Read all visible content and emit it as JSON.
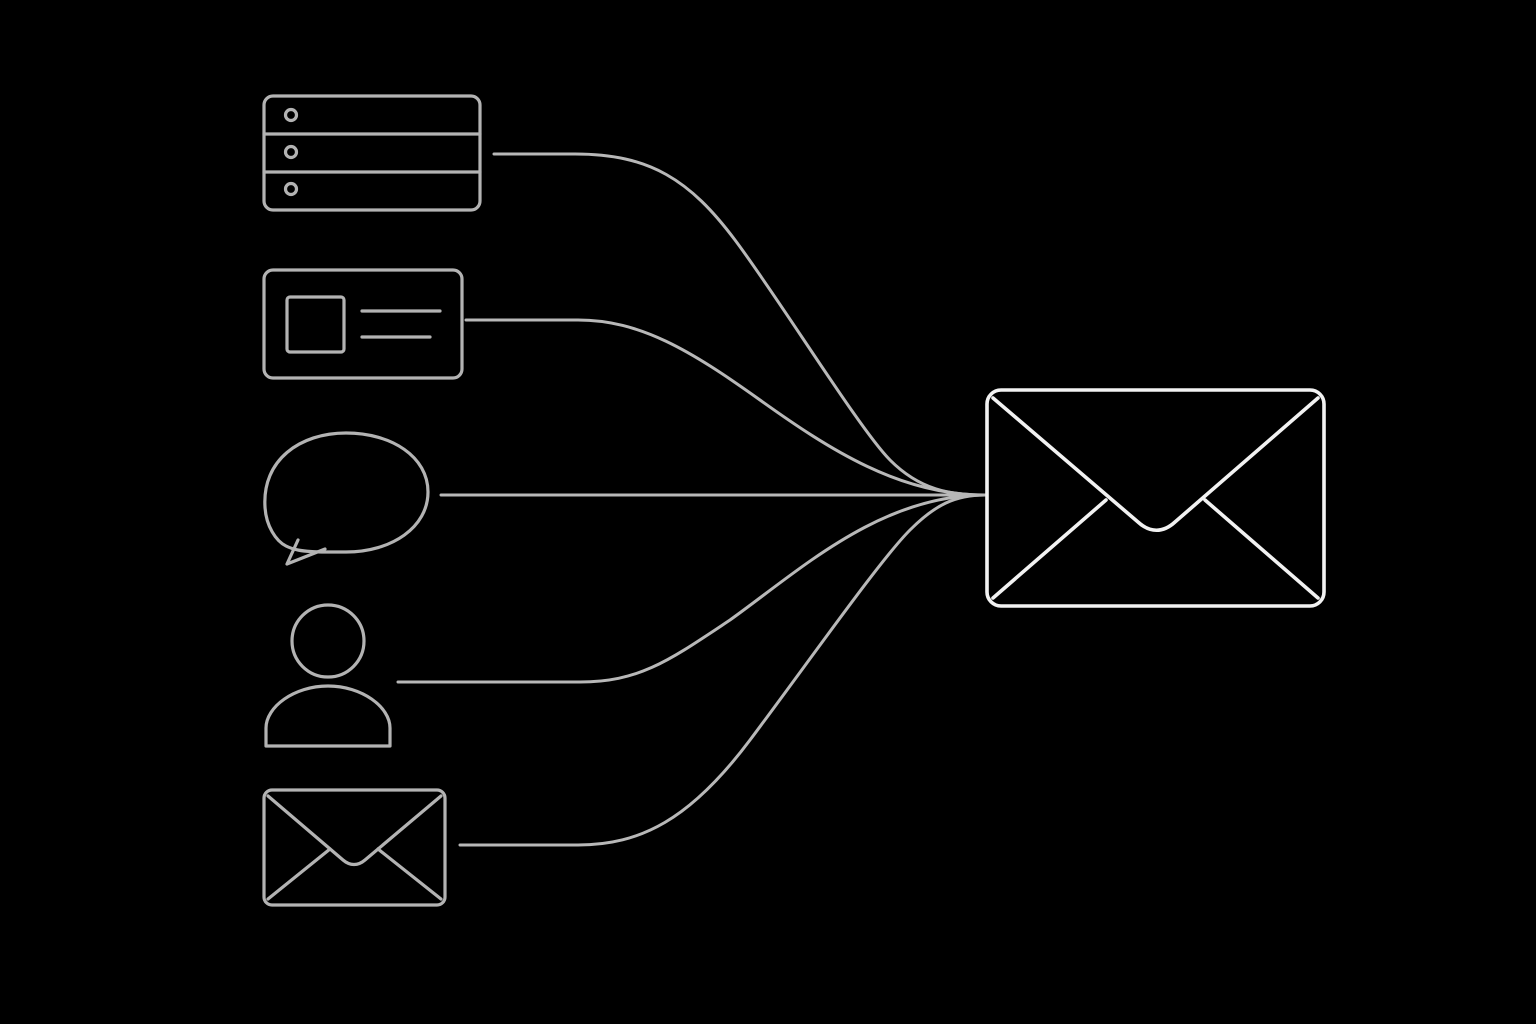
{
  "diagram": {
    "source_icons": [
      {
        "id": "server",
        "icon": "server-icon"
      },
      {
        "id": "id-card",
        "icon": "id-card-icon"
      },
      {
        "id": "chat",
        "icon": "speech-bubble-icon"
      },
      {
        "id": "user",
        "icon": "user-icon"
      },
      {
        "id": "mail",
        "icon": "envelope-icon"
      }
    ],
    "target_icon": "envelope-icon",
    "connections": [
      {
        "from": "server",
        "to": "target"
      },
      {
        "from": "id-card",
        "to": "target"
      },
      {
        "from": "chat",
        "to": "target"
      },
      {
        "from": "user",
        "to": "target"
      },
      {
        "from": "mail",
        "to": "target"
      }
    ]
  },
  "colors": {
    "background": "#000000",
    "source_stroke": "#b3b3b3",
    "connector_stroke": "#b8b8b8",
    "target_stroke": "#f2f2f2"
  }
}
